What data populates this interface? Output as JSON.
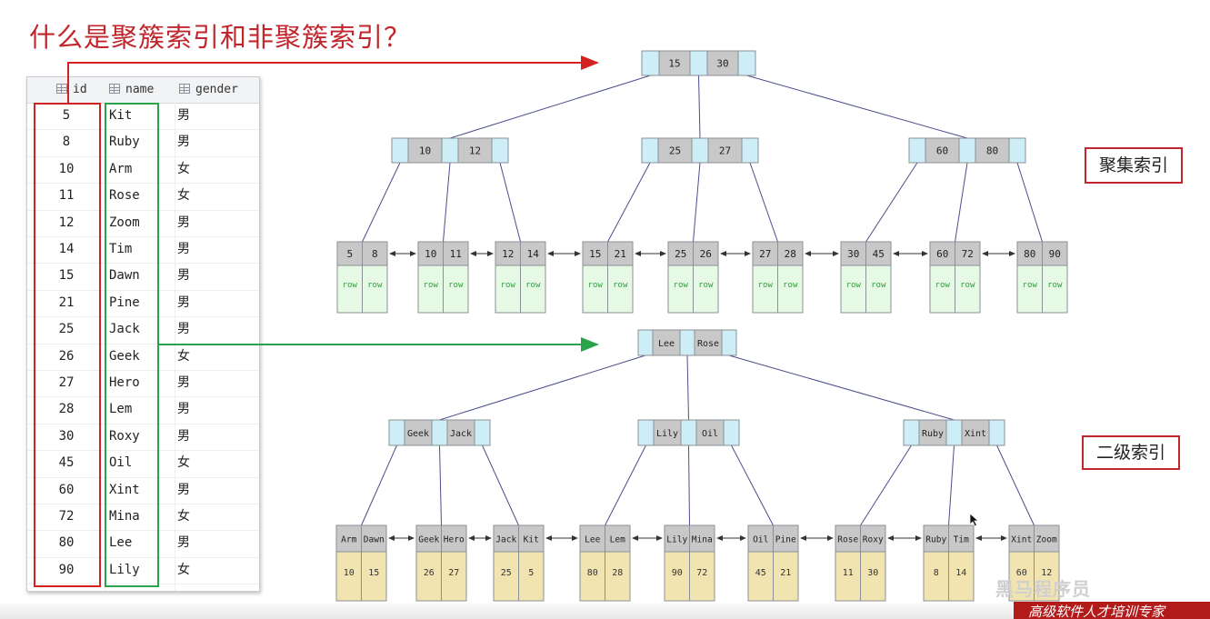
{
  "title": "什么是聚簇索引和非聚簇索引？",
  "table": {
    "columns": [
      "id",
      "name",
      "gender"
    ],
    "rows": [
      [
        "5",
        "Kit",
        "男"
      ],
      [
        "8",
        "Ruby",
        "男"
      ],
      [
        "10",
        "Arm",
        "女"
      ],
      [
        "11",
        "Rose",
        "女"
      ],
      [
        "12",
        "Zoom",
        "男"
      ],
      [
        "14",
        "Tim",
        "男"
      ],
      [
        "15",
        "Dawn",
        "男"
      ],
      [
        "21",
        "Pine",
        "男"
      ],
      [
        "25",
        "Jack",
        "男"
      ],
      [
        "26",
        "Geek",
        "女"
      ],
      [
        "27",
        "Hero",
        "男"
      ],
      [
        "28",
        "Lem",
        "男"
      ],
      [
        "30",
        "Roxy",
        "男"
      ],
      [
        "45",
        "Oil",
        "女"
      ],
      [
        "60",
        "Xint",
        "男"
      ],
      [
        "72",
        "Mina",
        "女"
      ],
      [
        "80",
        "Lee",
        "男"
      ],
      [
        "90",
        "Lily",
        "女"
      ]
    ]
  },
  "labels": {
    "clustered": "聚集索引",
    "secondary": "二级索引"
  },
  "clustered_tree": {
    "root": [
      "15",
      "30"
    ],
    "internal": [
      [
        "10",
        "12"
      ],
      [
        "25",
        "27"
      ],
      [
        "60",
        "80"
      ]
    ],
    "leaves": [
      [
        "5",
        "8"
      ],
      [
        "10",
        "11"
      ],
      [
        "12",
        "14"
      ],
      [
        "15",
        "21"
      ],
      [
        "25",
        "26"
      ],
      [
        "27",
        "28"
      ],
      [
        "30",
        "45"
      ],
      [
        "60",
        "72"
      ],
      [
        "80",
        "90"
      ]
    ],
    "leaf_value": "row"
  },
  "secondary_tree": {
    "root": [
      "Lee",
      "Rose"
    ],
    "internal": [
      [
        "Geek",
        "Jack"
      ],
      [
        "Lily",
        "Oil"
      ],
      [
        "Ruby",
        "Xint"
      ]
    ],
    "leaves": [
      {
        "keys": [
          "Arm",
          "Dawn"
        ],
        "ids": [
          "10",
          "15"
        ]
      },
      {
        "keys": [
          "Geek",
          "Hero"
        ],
        "ids": [
          "26",
          "27"
        ]
      },
      {
        "keys": [
          "Jack",
          "Kit"
        ],
        "ids": [
          "25",
          "5"
        ]
      },
      {
        "keys": [
          "Lee",
          "Lem"
        ],
        "ids": [
          "80",
          "28"
        ]
      },
      {
        "keys": [
          "Lily",
          "Mina"
        ],
        "ids": [
          "90",
          "72"
        ]
      },
      {
        "keys": [
          "Oil",
          "Pine"
        ],
        "ids": [
          "45",
          "21"
        ]
      },
      {
        "keys": [
          "Rose",
          "Roxy"
        ],
        "ids": [
          "11",
          "30"
        ]
      },
      {
        "keys": [
          "Ruby",
          "Tim"
        ],
        "ids": [
          "8",
          "14"
        ]
      },
      {
        "keys": [
          "Xint",
          "Zoom"
        ],
        "ids": [
          "60",
          "12"
        ]
      }
    ]
  },
  "colors": {
    "title": "#c0272d",
    "key_fill": "#c8c8c8",
    "pointer_fill": "#cdeef6",
    "row_fill": "#e6f9e4",
    "row_text": "#2f9e3e",
    "id_fill": "#f2e4b0",
    "edge": "#4a4e8c",
    "arrow_red": "#d32222",
    "arrow_green": "#2aa34a"
  },
  "watermark": "黑马程序员",
  "banner": "高级软件人才培训专家"
}
